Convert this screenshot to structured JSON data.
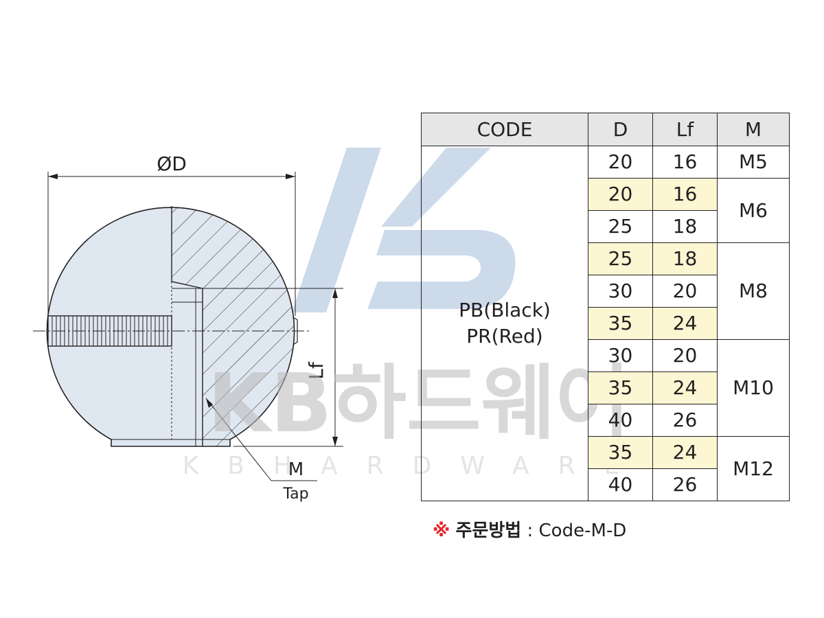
{
  "drawing": {
    "dim_diameter": "ØD",
    "dim_length": "Lf",
    "thread_label": "M",
    "thread_sublabel": "Tap"
  },
  "watermark": {
    "logo": "KB",
    "title_ko": "KB하드웨어",
    "subtitle": "KBHARDWARE"
  },
  "table": {
    "headers": [
      "CODE",
      "D",
      "Lf",
      "M"
    ],
    "code_lines": [
      "PB(Black)",
      "PR(Red)"
    ],
    "rows": [
      {
        "D": "20",
        "Lf": "16",
        "highlight": false
      },
      {
        "D": "20",
        "Lf": "16",
        "highlight": true
      },
      {
        "D": "25",
        "Lf": "18",
        "highlight": false
      },
      {
        "D": "25",
        "Lf": "18",
        "highlight": true
      },
      {
        "D": "30",
        "Lf": "20",
        "highlight": false
      },
      {
        "D": "35",
        "Lf": "24",
        "highlight": true
      },
      {
        "D": "30",
        "Lf": "20",
        "highlight": false
      },
      {
        "D": "35",
        "Lf": "24",
        "highlight": true
      },
      {
        "D": "40",
        "Lf": "26",
        "highlight": false
      },
      {
        "D": "35",
        "Lf": "24",
        "highlight": true
      },
      {
        "D": "40",
        "Lf": "26",
        "highlight": false
      }
    ],
    "m_groups": [
      {
        "label": "M5",
        "span": 1
      },
      {
        "label": "M6",
        "span": 2
      },
      {
        "label": "M8",
        "span": 3
      },
      {
        "label": "M10",
        "span": 3
      },
      {
        "label": "M12",
        "span": 2
      }
    ]
  },
  "order_note": {
    "mark": "※",
    "label": "주문방법",
    "separator": ":",
    "value": "Code-M-D"
  },
  "colors": {
    "body_fill": "#dfe8f1",
    "line": "#231f20",
    "header_bg": "#e6e6e6",
    "highlight_bg": "#fdf6d3",
    "mark_red": "#e3262b",
    "watermark_blue": "#c7d6e8"
  }
}
